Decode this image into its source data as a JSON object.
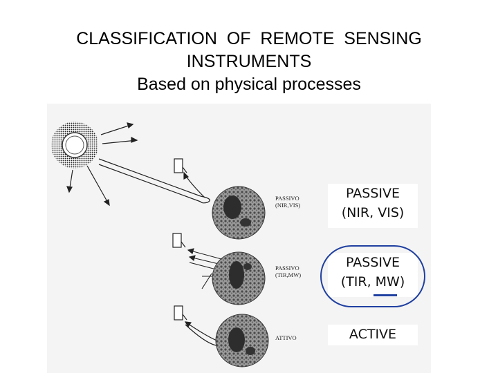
{
  "title": {
    "line1": "CLASSIFICATION  OF  REMOTE  SENSING",
    "line2": "INSTRUMENTS",
    "line3": "Based on physical processes"
  },
  "figure": {
    "italian_labels": [
      {
        "line1": "PASSIVO",
        "line2": "(NIR,VIS)"
      },
      {
        "line1": "PASSIVO",
        "line2": "(TIR,MW)"
      },
      {
        "line1": "ATTIVO",
        "line2": ""
      }
    ],
    "categories": [
      {
        "line1": "PASSIVE",
        "line2": "(NIR, VIS)"
      },
      {
        "line1": "PASSIVE",
        "line2": "(TIR, MW)"
      },
      {
        "line1": "ACTIVE",
        "line2": ""
      }
    ],
    "highlight_color": "#1f3fa0",
    "icons": [
      "sun-icon",
      "satellite-icon",
      "earth-icon"
    ]
  }
}
